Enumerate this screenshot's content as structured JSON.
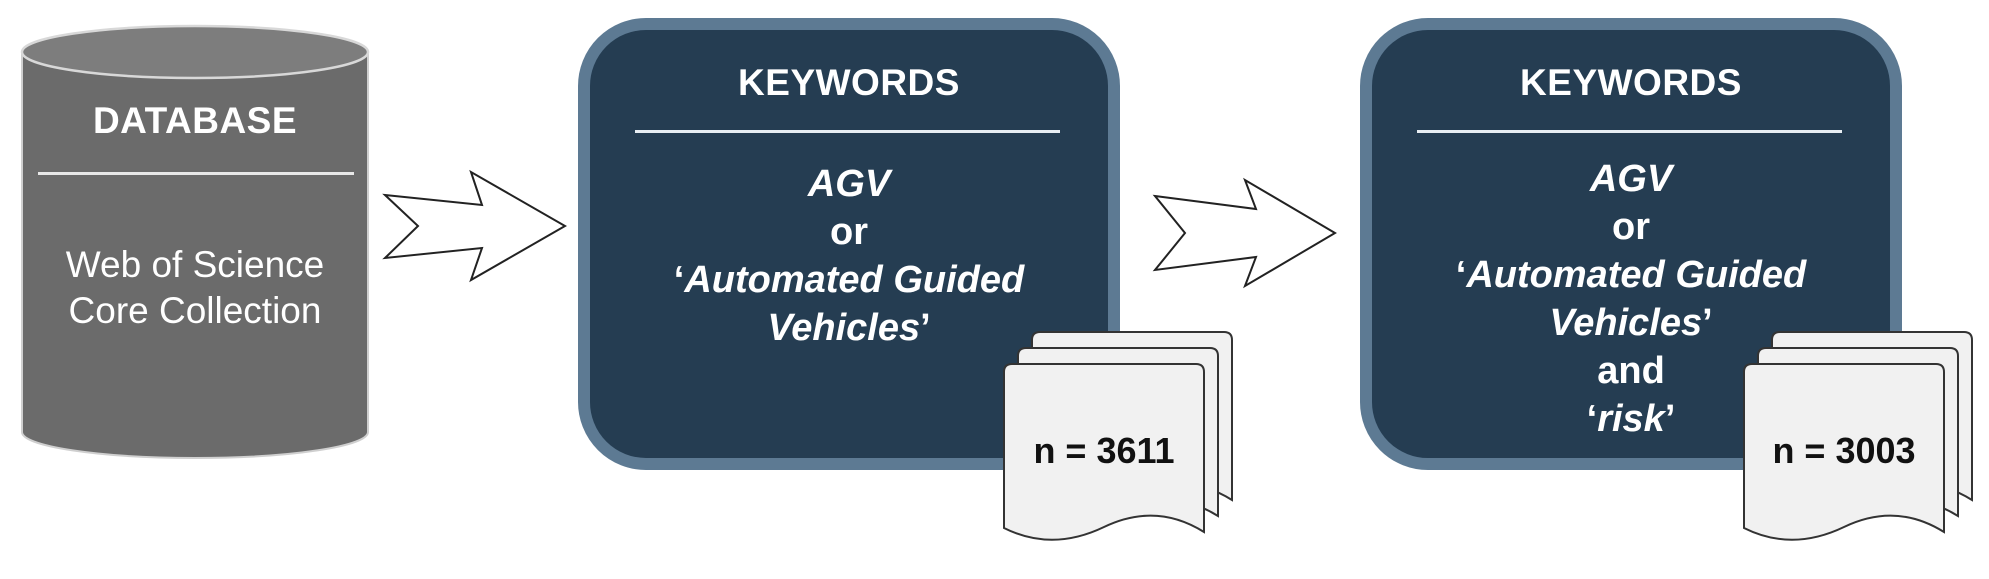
{
  "database": {
    "title": "DATABASE",
    "line1": "Web of Science",
    "line2": "Core Collection"
  },
  "stage1": {
    "title": "KEYWORDS",
    "term1": "AGV",
    "op1": "or",
    "term2_part1": "Automated Guided",
    "term2_part2": "Vehicles",
    "count": "n = 3611"
  },
  "stage2": {
    "title": "KEYWORDS",
    "term1": "AGV",
    "op1": "or",
    "term2_part1": "Automated Guided",
    "term2_part2": "Vehicles",
    "op2": "and",
    "term3": "risk",
    "count": "n = 3003"
  },
  "colors": {
    "database_fill": "#6b6b6b",
    "database_top": "#7d7d7d",
    "box_fill": "#253d52",
    "box_border": "#5d7a93",
    "doc_fill": "#f1f1f1"
  }
}
